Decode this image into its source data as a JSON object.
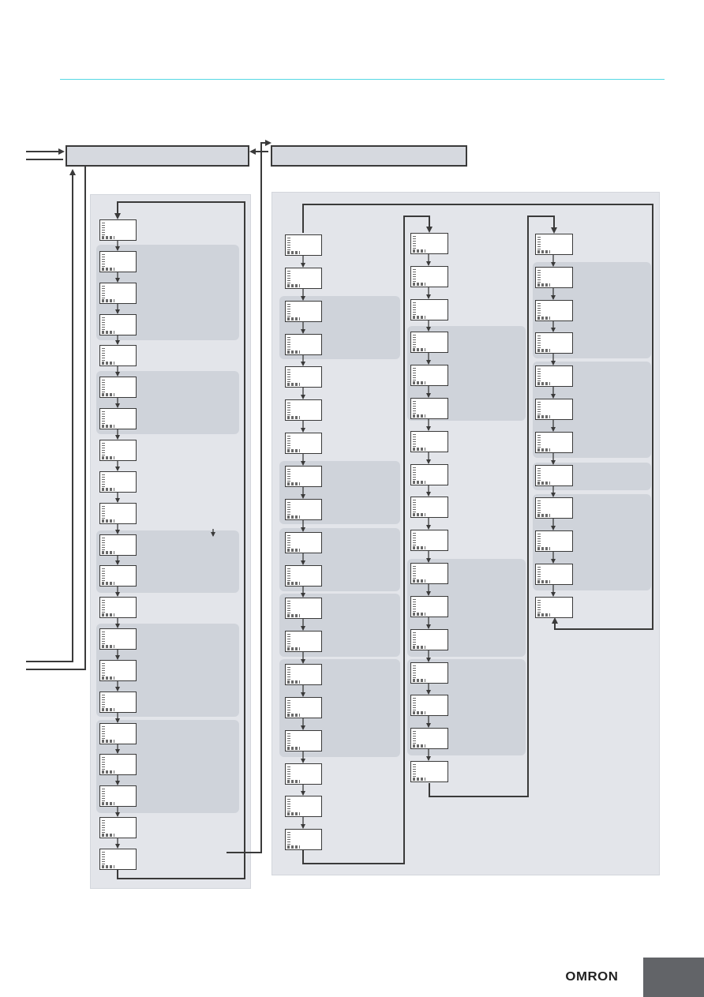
{
  "brand": {
    "logo": "OMRON"
  },
  "colors": {
    "rule": "#56d8e4",
    "panel": "#e3e5ea",
    "group": "#cfd3da",
    "line": "#3a3a3a",
    "tab": "#626468"
  },
  "diagram": {
    "header_boxes": 2,
    "columns": [
      {
        "name": "column-1",
        "display_count": 21
      },
      {
        "name": "column-2",
        "display_count": 19
      },
      {
        "name": "column-3",
        "display_count": 17
      },
      {
        "name": "column-4",
        "display_count": 12
      }
    ]
  }
}
